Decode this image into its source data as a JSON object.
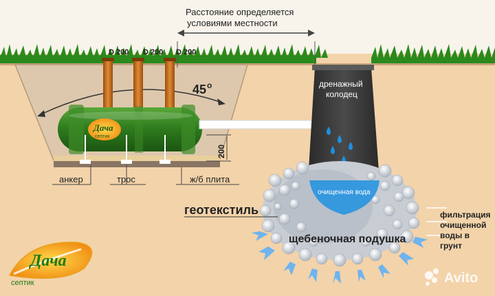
{
  "distance_note": {
    "line1": "Расстояние определяется",
    "line2": "условиями местности"
  },
  "pipes": [
    "D 200",
    "D 200",
    "D 200"
  ],
  "slope_angle": "45",
  "slope_degree_mark": "о",
  "depth": "200",
  "labels": {
    "anchor": "анкер",
    "cable": "трос",
    "slab": "ж/б плита",
    "geotextile": "геотекстиль",
    "gravel_cushion": "щебеночная подушка",
    "purified_water": "очищенная вода",
    "well_line1": "дренажный",
    "well_line2": "колодец",
    "filtration": [
      "фильтрация",
      "очищенной",
      "воды в",
      "грунт"
    ]
  },
  "tank_badge": {
    "name": "Дача",
    "sub": "септик"
  },
  "logo": {
    "name": "Дача",
    "sub": "септик"
  },
  "watermark": "Avito",
  "colors": {
    "soil": "#f3d3aa",
    "pit": "#ddc8ad",
    "tank": "#2f7d1e",
    "pipe": "#c86a18",
    "well": "#3c3c3c",
    "water": "#1e90e0",
    "grass": "#2b8a1c",
    "slab": "#8a7564"
  }
}
